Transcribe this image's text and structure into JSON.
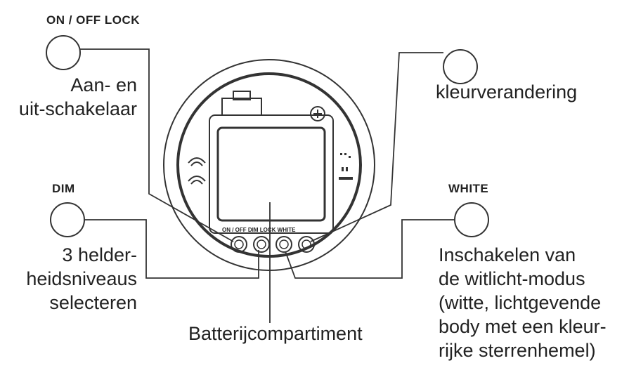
{
  "on_off": {
    "heading": "ON / OFF LOCK",
    "desc_line1": "Aan- en",
    "desc_line2": "uit-schakelaar"
  },
  "dim": {
    "heading": "DIM",
    "desc_line1": "3 helder-",
    "desc_line2": "heidsniveaus",
    "desc_line3": "selecteren"
  },
  "color_change": {
    "desc": "kleurverandering"
  },
  "white": {
    "heading": "WHITE",
    "desc_line1": "Inschakelen van",
    "desc_line2": "de witlicht-modus",
    "desc_line3": "(witte, lichtgevende",
    "desc_line4": "body met een kleur-",
    "desc_line5": "rijke sterrenhemel)"
  },
  "battery": {
    "desc": "Batterijcompartiment"
  },
  "device": {
    "button_strip_label": "ON / OFF DIM LOCK WHITE"
  }
}
